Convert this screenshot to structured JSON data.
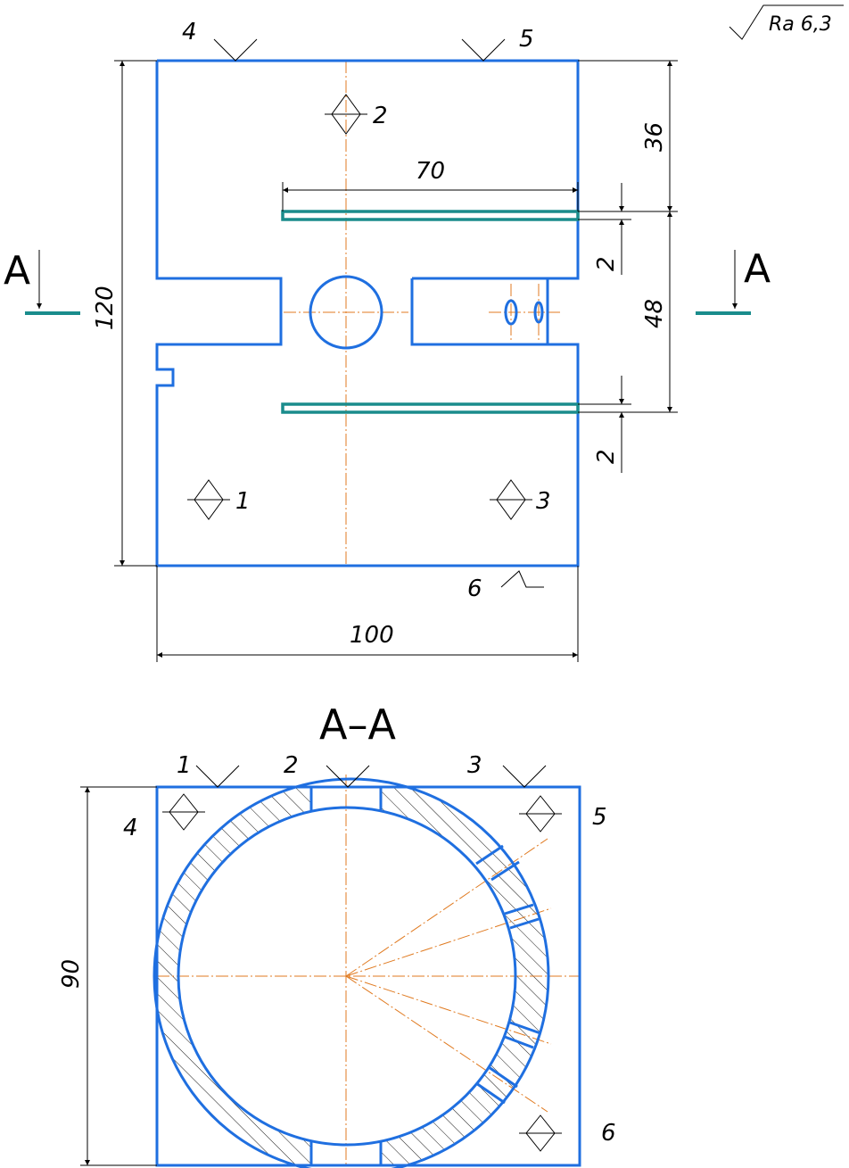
{
  "roughness": "Ra 6,3",
  "dimensions": {
    "width": "100",
    "height": "120",
    "slot_length": "70",
    "top_offset": "36",
    "middle": "48",
    "slot_gap_top": "2",
    "slot_gap_bottom": "2",
    "section_height": "90"
  },
  "section_marks": {
    "left": "A",
    "right": "A"
  },
  "section_title": "A–A",
  "front_view_labels": {
    "locate_1": "1",
    "locate_2": "2",
    "locate_3": "3",
    "surface_4": "4",
    "surface_5": "5",
    "surface_6": "6"
  },
  "section_view_labels": {
    "surface_1": "1",
    "surface_2": "2",
    "surface_3": "3",
    "locate_4": "4",
    "locate_5": "5",
    "locate_6": "6"
  },
  "colors": {
    "object_line": "#1f6fe0",
    "slot_line": "#1a8c8c",
    "center_line": "#e07a20",
    "dimension_line": "#000000"
  }
}
